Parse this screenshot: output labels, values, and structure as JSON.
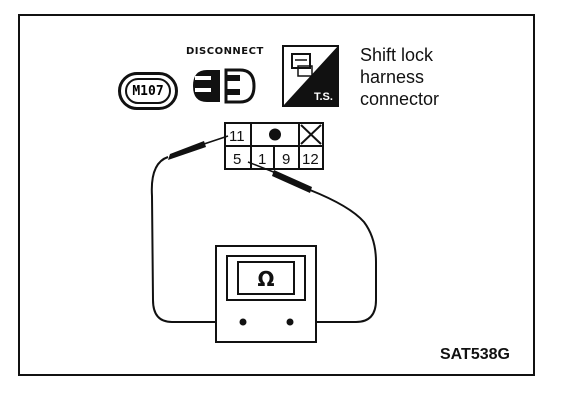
{
  "connector_code": "M107",
  "disconnect_label": "DISCONNECT",
  "ts_label": "T.S.",
  "harness_label": [
    "Shift lock",
    "harness",
    "connector"
  ],
  "pins_top": [
    "11"
  ],
  "pins_bottom": [
    "5",
    "1",
    "9",
    "12"
  ],
  "meter_symbol": "Ω",
  "ref_code": "SAT538G"
}
